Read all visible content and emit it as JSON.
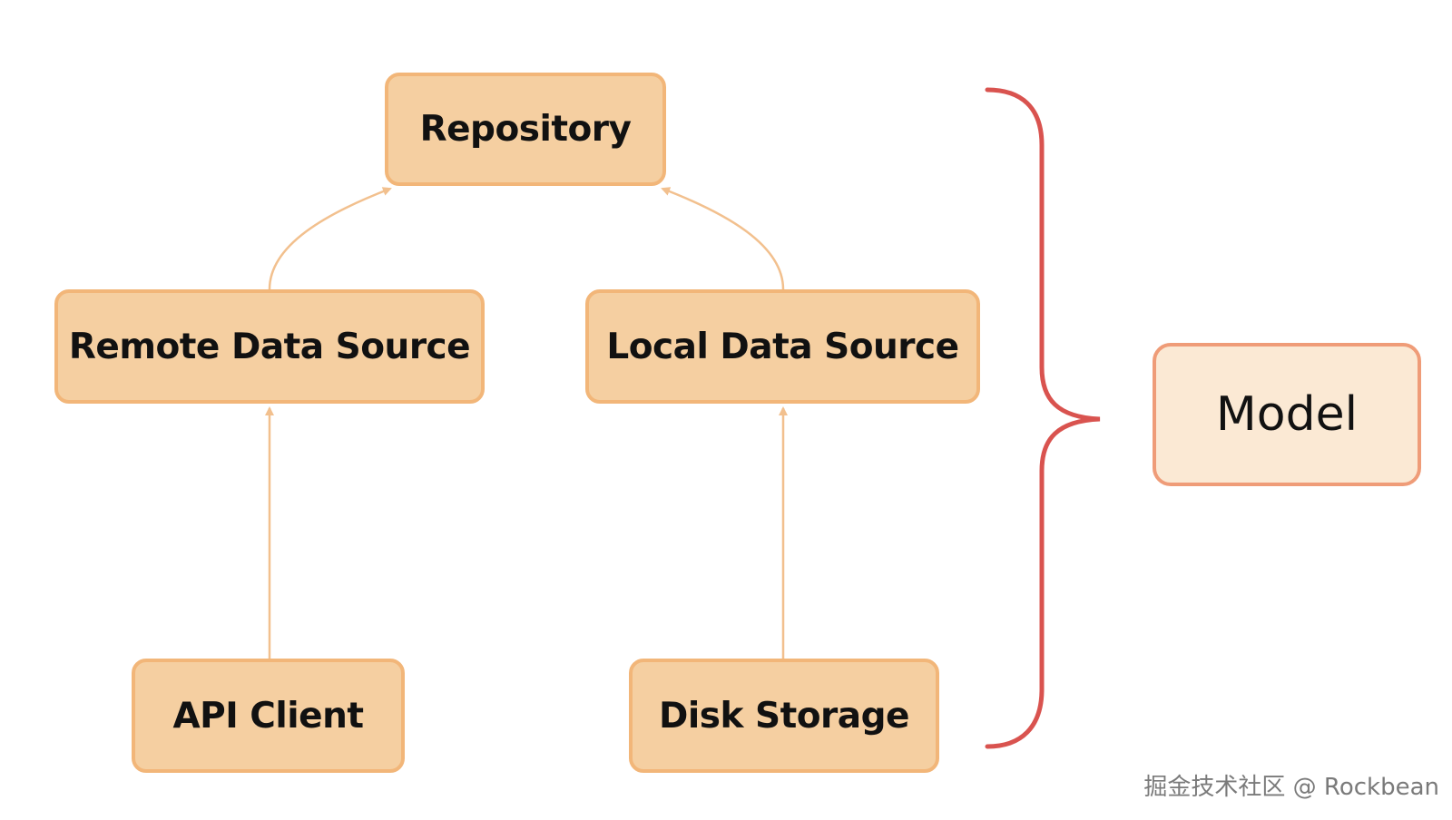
{
  "diagram": {
    "nodes": {
      "repository": "Repository",
      "remote_data_source": "Remote Data Source",
      "local_data_source": "Local Data Source",
      "api_client": "API Client",
      "disk_storage": "Disk Storage"
    },
    "group_label": "Model",
    "edges": [
      {
        "from": "remote_data_source",
        "to": "repository"
      },
      {
        "from": "local_data_source",
        "to": "repository"
      },
      {
        "from": "api_client",
        "to": "remote_data_source"
      },
      {
        "from": "disk_storage",
        "to": "local_data_source"
      }
    ],
    "colors": {
      "node_fill": "#f5cfa1",
      "node_border": "#f2b679",
      "arrow": "#f2c08e",
      "brace": "#d9534f",
      "model_fill": "#fbe9d4",
      "model_border": "#ef9c78"
    }
  },
  "watermark": "掘金技术社区 @ Rockbean"
}
